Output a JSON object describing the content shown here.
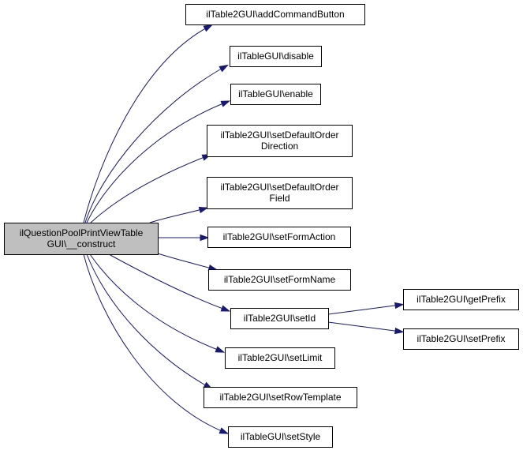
{
  "root": {
    "id": "construct",
    "lines": [
      "ilQuestionPoolPrintViewTable",
      "GUI\\__construct"
    ]
  },
  "nodes": [
    {
      "id": "addCommandButton",
      "lines": [
        "ilTable2GUI\\addCommandButton"
      ]
    },
    {
      "id": "disable",
      "lines": [
        "ilTableGUI\\disable"
      ]
    },
    {
      "id": "enable",
      "lines": [
        "ilTableGUI\\enable"
      ]
    },
    {
      "id": "setDefaultOrderDirection",
      "lines": [
        "ilTable2GUI\\setDefaultOrder",
        "Direction"
      ]
    },
    {
      "id": "setDefaultOrderField",
      "lines": [
        "ilTable2GUI\\setDefaultOrder",
        "Field"
      ]
    },
    {
      "id": "setFormAction",
      "lines": [
        "ilTable2GUI\\setFormAction"
      ]
    },
    {
      "id": "setFormName",
      "lines": [
        "ilTable2GUI\\setFormName"
      ]
    },
    {
      "id": "setId",
      "lines": [
        "ilTable2GUI\\setId"
      ]
    },
    {
      "id": "getPrefix",
      "lines": [
        "ilTable2GUI\\getPrefix"
      ]
    },
    {
      "id": "setPrefix",
      "lines": [
        "ilTable2GUI\\setPrefix"
      ]
    },
    {
      "id": "setLimit",
      "lines": [
        "ilTable2GUI\\setLimit"
      ]
    },
    {
      "id": "setRowTemplate",
      "lines": [
        "ilTable2GUI\\setRowTemplate"
      ]
    },
    {
      "id": "setStyle",
      "lines": [
        "ilTableGUI\\setStyle"
      ]
    }
  ],
  "edges": [
    {
      "from": "construct",
      "to": "addCommandButton"
    },
    {
      "from": "construct",
      "to": "disable"
    },
    {
      "from": "construct",
      "to": "enable"
    },
    {
      "from": "construct",
      "to": "setDefaultOrderDirection"
    },
    {
      "from": "construct",
      "to": "setDefaultOrderField"
    },
    {
      "from": "construct",
      "to": "setFormAction"
    },
    {
      "from": "construct",
      "to": "setFormName"
    },
    {
      "from": "construct",
      "to": "setId"
    },
    {
      "from": "construct",
      "to": "setLimit"
    },
    {
      "from": "construct",
      "to": "setRowTemplate"
    },
    {
      "from": "construct",
      "to": "setStyle"
    },
    {
      "from": "setId",
      "to": "getPrefix"
    },
    {
      "from": "setId",
      "to": "setPrefix"
    }
  ],
  "colors": {
    "edge": "#191970",
    "root_fill": "#bfbfbf",
    "node_fill": "#ffffff",
    "border": "#000000"
  }
}
